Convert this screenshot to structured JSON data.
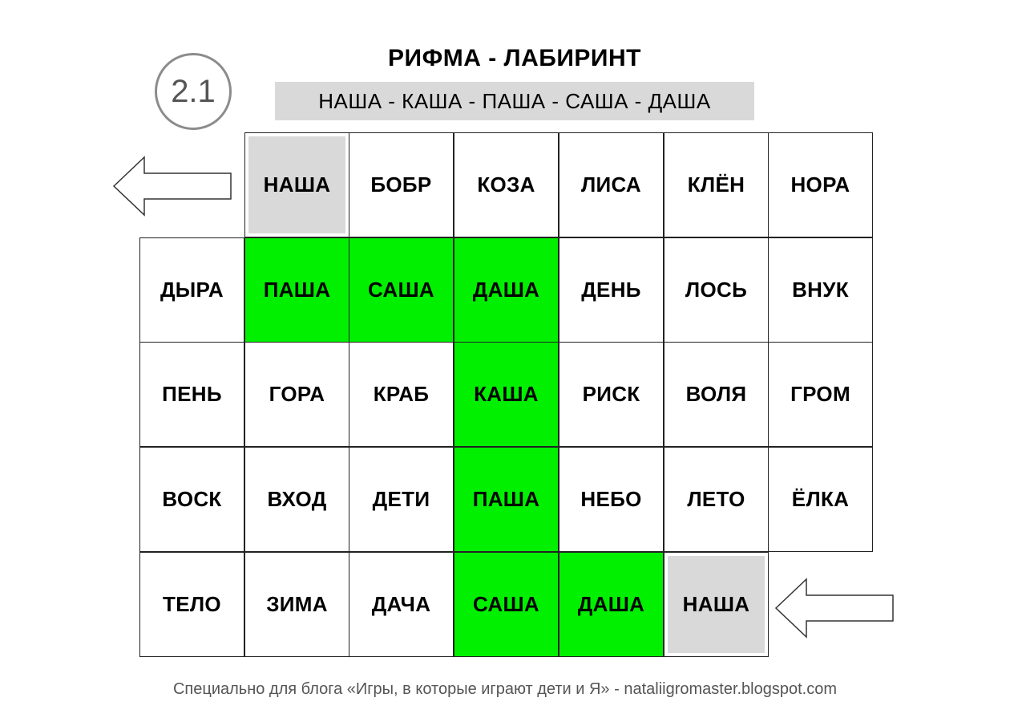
{
  "badge": "2.1",
  "title": "РИФМА - ЛАБИРИНТ",
  "subtitle": "НАША - КАША - ПАША - САША - ДАША",
  "grid": {
    "rows": [
      {
        "cells": [
          {
            "word": "",
            "state": "empty"
          },
          {
            "word": "НАША",
            "state": "grey"
          },
          {
            "word": "БОБР",
            "state": "plain"
          },
          {
            "word": "КОЗА",
            "state": "plain"
          },
          {
            "word": "ЛИСА",
            "state": "plain"
          },
          {
            "word": "КЛЁН",
            "state": "plain"
          },
          {
            "word": "НОРА",
            "state": "plain"
          }
        ]
      },
      {
        "cells": [
          {
            "word": "ДЫРА",
            "state": "plain"
          },
          {
            "word": "ПАША",
            "state": "green"
          },
          {
            "word": "САША",
            "state": "green"
          },
          {
            "word": "ДАША",
            "state": "green"
          },
          {
            "word": "ДЕНЬ",
            "state": "plain"
          },
          {
            "word": "ЛОСЬ",
            "state": "plain"
          },
          {
            "word": "ВНУК",
            "state": "plain"
          }
        ]
      },
      {
        "cells": [
          {
            "word": "ПЕНЬ",
            "state": "plain"
          },
          {
            "word": "ГОРА",
            "state": "plain"
          },
          {
            "word": "КРАБ",
            "state": "plain"
          },
          {
            "word": "КАША",
            "state": "green"
          },
          {
            "word": "РИСК",
            "state": "plain"
          },
          {
            "word": "ВОЛЯ",
            "state": "plain"
          },
          {
            "word": "ГРОМ",
            "state": "plain"
          }
        ]
      },
      {
        "cells": [
          {
            "word": "ВОСК",
            "state": "plain"
          },
          {
            "word": "ВХОД",
            "state": "plain"
          },
          {
            "word": "ДЕТИ",
            "state": "plain"
          },
          {
            "word": "ПАША",
            "state": "green"
          },
          {
            "word": "НЕБО",
            "state": "plain"
          },
          {
            "word": "ЛЕТО",
            "state": "plain"
          },
          {
            "word": "ЁЛКА",
            "state": "plain"
          }
        ]
      },
      {
        "cells": [
          {
            "word": "ТЕЛО",
            "state": "plain"
          },
          {
            "word": "ЗИМА",
            "state": "plain"
          },
          {
            "word": "ДАЧА",
            "state": "plain"
          },
          {
            "word": "САША",
            "state": "green"
          },
          {
            "word": "ДАША",
            "state": "green"
          },
          {
            "word": "НАША",
            "state": "grey"
          },
          {
            "word": "",
            "state": "empty"
          }
        ]
      }
    ]
  },
  "arrows": {
    "exit_icon": "arrow-left-icon",
    "entry_icon": "arrow-left-icon"
  },
  "colors": {
    "path_green": "#00f000",
    "endpoint_grey": "#d9d9d9"
  },
  "footer": "Специально для блога «Игры, в которые играют дети и Я» - nataliigromaster.blogspot.com"
}
